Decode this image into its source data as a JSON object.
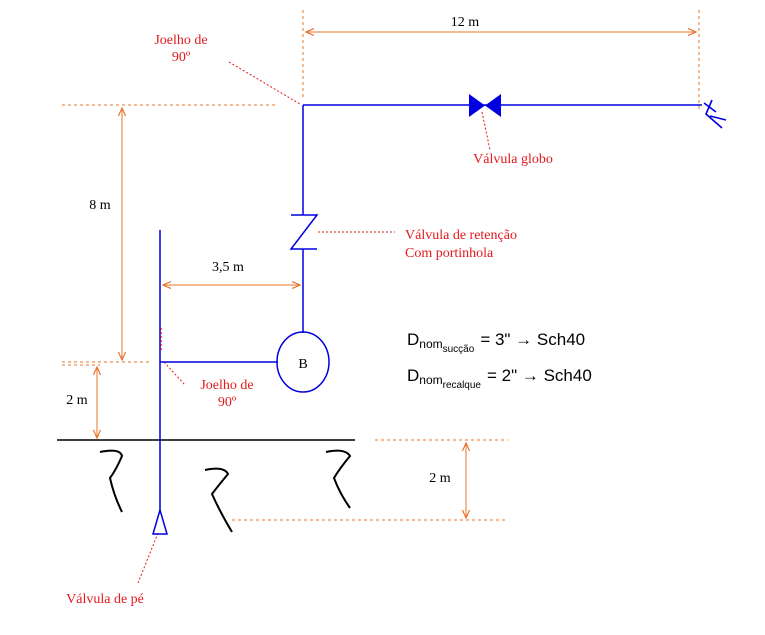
{
  "dimensions": {
    "top_run": "12 m",
    "vertical_discharge": "8 m",
    "horizontal_suction": "3,5 m",
    "pump_height": "2 m",
    "suction_depth": "2 m"
  },
  "labels": {
    "top_elbow": [
      "Joelho de",
      "90º"
    ],
    "lower_elbow": [
      "Joelho de",
      "90º"
    ],
    "globe_valve": "Válvula globo",
    "check_valve": [
      "Válvula de retenção",
      "Com portinhola"
    ],
    "foot_valve": "Válvula de pé",
    "pump": "B"
  },
  "equations": {
    "suction": {
      "main": "D",
      "sub": "nom",
      "subsub": "sucção",
      "value": "= 3\" → Sch40"
    },
    "discharge": {
      "main": "D",
      "sub": "nom",
      "subsub": "recalque",
      "value": "= 2\" → Sch40"
    }
  },
  "colors": {
    "pipe": "#0000e0",
    "dimension": "#e8742a",
    "label": "#e4191c",
    "ground": "#000000"
  }
}
